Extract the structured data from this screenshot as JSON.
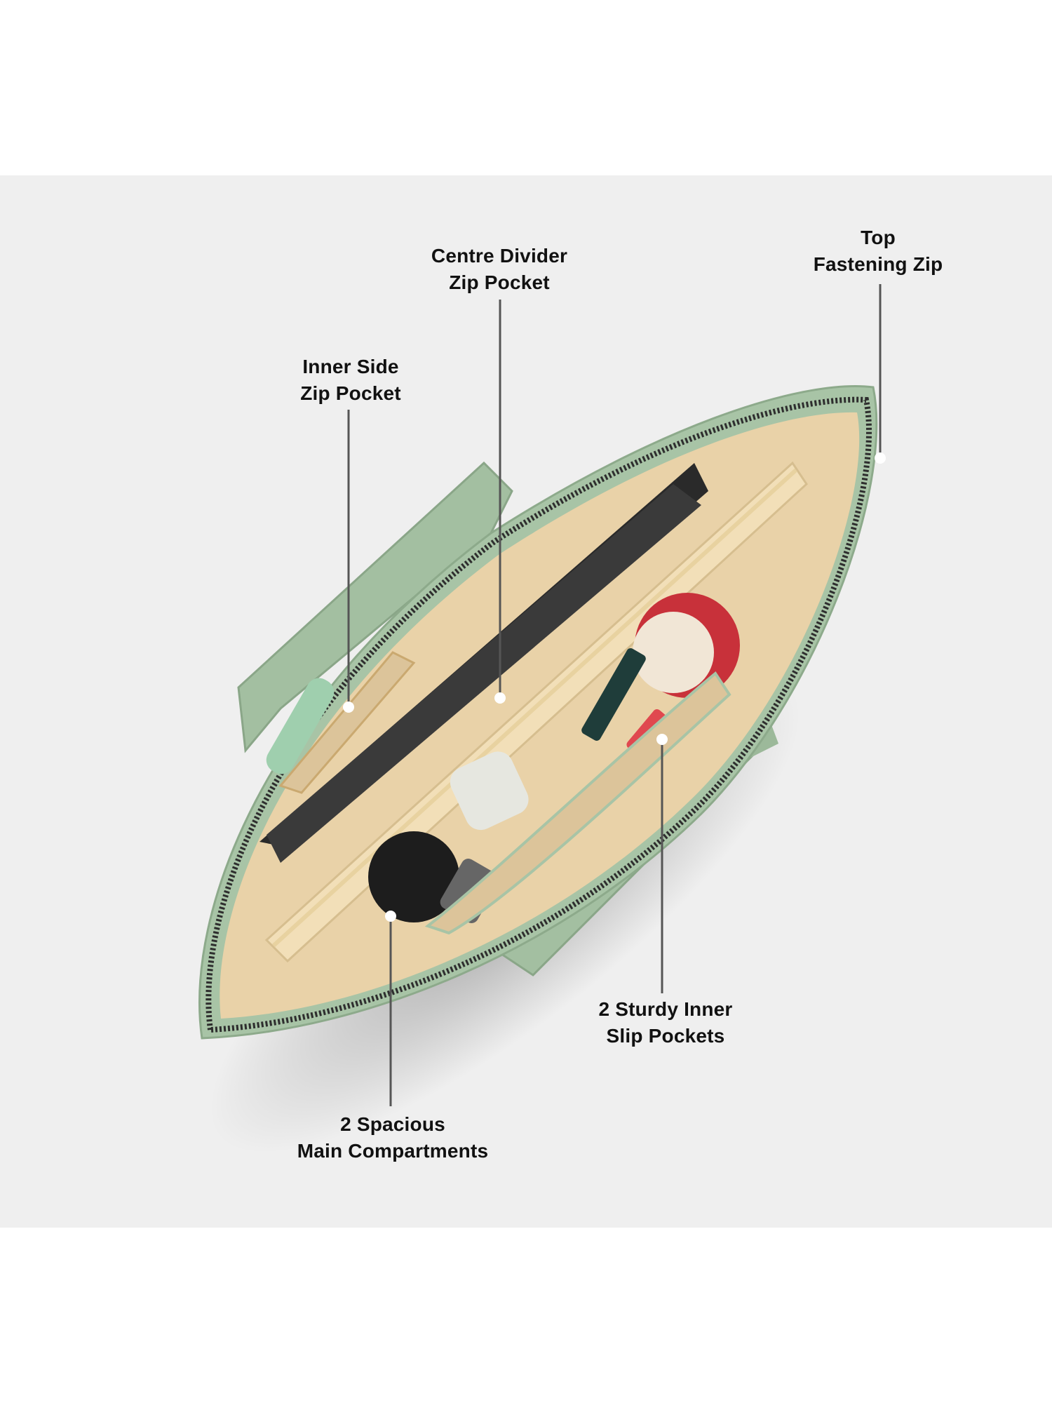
{
  "callouts": {
    "top_zip": [
      "Top",
      "Fastening Zip"
    ],
    "centre_divider": [
      "Centre Divider",
      "Zip Pocket"
    ],
    "inner_side": [
      "Inner Side",
      "Zip Pocket"
    ],
    "slip_pockets": [
      "2 Sturdy Inner",
      "Slip Pockets"
    ],
    "main_compartments": [
      "2 Spacious",
      "Main Compartments"
    ]
  },
  "colors": {
    "background": "#efefef",
    "bag_green": "#a8c4a6",
    "lining": "#e9d2a8",
    "leader_line": "#555555",
    "text": "#111111"
  }
}
